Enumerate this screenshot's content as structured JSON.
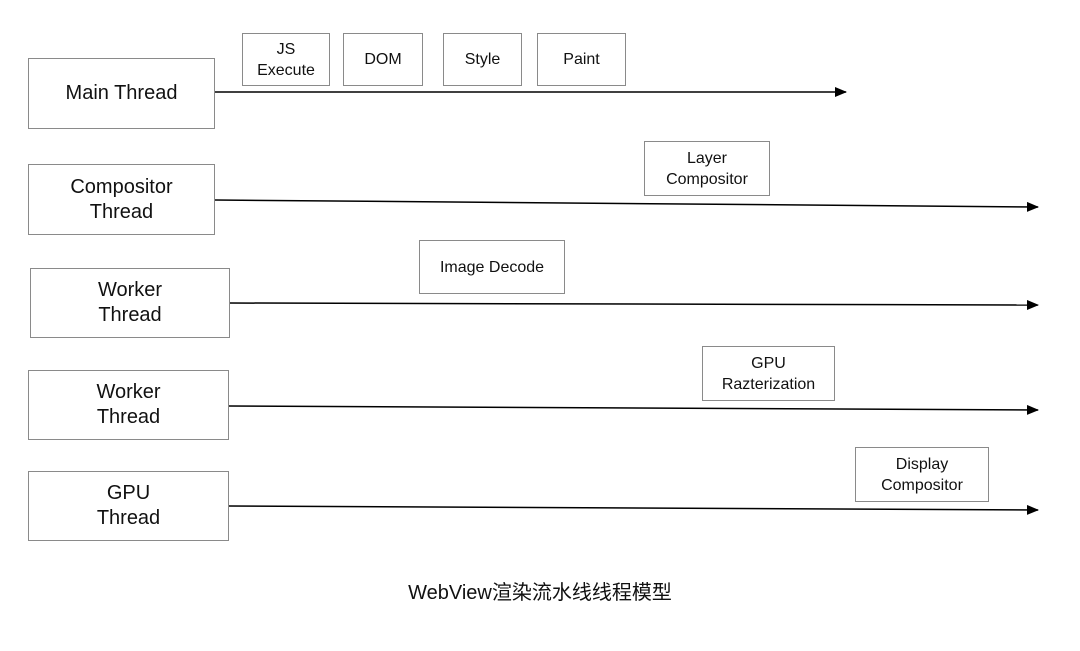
{
  "threads": [
    {
      "label": "Main Thread"
    },
    {
      "label": "Compositor\nThread"
    },
    {
      "label": "Worker\nThread"
    },
    {
      "label": "Worker\nThread"
    },
    {
      "label": "GPU\nThread"
    }
  ],
  "tasks": [
    {
      "label": "JS\nExecute"
    },
    {
      "label": "DOM"
    },
    {
      "label": "Style"
    },
    {
      "label": "Paint"
    },
    {
      "label": "Layer\nCompositor"
    },
    {
      "label": "Image Decode"
    },
    {
      "label": "GPU\nRazterization"
    },
    {
      "label": "Display\nCompositor"
    }
  ],
  "caption": "WebView渲染流水线线程模型"
}
